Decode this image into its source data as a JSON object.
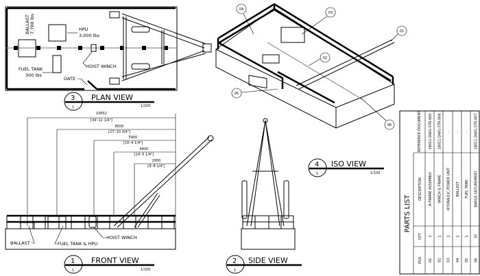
{
  "plan_view": {
    "number": "3",
    "sheet": "1",
    "title": "PLAN VIEW",
    "scale": "1/100",
    "labels": {
      "ballast": "BALLAST",
      "ballast_weight": "7,700 lbs",
      "hpu": "HPU",
      "hpu_weight": "3,000 lbs",
      "fuel_tank": "FUEL TANK",
      "fuel_weight": "300 lbs",
      "hoist_winch": "HOIST WINCH",
      "gate": "GATE"
    }
  },
  "front_view": {
    "number": "1",
    "sheet": "1",
    "title": "FRONT VIEW",
    "scale": "1/100",
    "labels": {
      "ballast": "BALLAST",
      "fuel_hpu": "FUEL TANK & HPU",
      "hoist_winch": "HOIST WINCH"
    },
    "dimensions": [
      {
        "mm": "10652",
        "imperial": "[34'-11 1/4\"]"
      },
      {
        "mm": "8500",
        "imperial": "[27'-10 3/4\"]"
      },
      {
        "mm": "5900",
        "imperial": "[19'-4 1/4\"]"
      },
      {
        "mm": "4400",
        "imperial": "[14'-5 1/4\"]"
      },
      {
        "mm": "2950",
        "imperial": "[9'-8 1/4\"]"
      }
    ]
  },
  "side_view": {
    "number": "2",
    "sheet": "1",
    "title": "SIDE VIEW"
  },
  "iso_view": {
    "number": "4",
    "sheet": "1",
    "title": "ISO VIEW",
    "scale": "1/100",
    "callouts": [
      "01",
      "02",
      "03",
      "04",
      "05",
      "06"
    ]
  },
  "parts_list": {
    "title": "PARTS LIST",
    "headers": {
      "pos": "POS",
      "qty": "QTY",
      "description": "DESCRIPTION",
      "reference": "REFERENCE DOCUMENT"
    },
    "rows": [
      {
        "pos": "01",
        "qty": "1",
        "description": "A-FRAME ASSEMBLY",
        "reference": "18011-DWG-STR-005"
      },
      {
        "pos": "02",
        "qty": "1",
        "description": "WINCH & FRAME",
        "reference": "18011-DWG-STR-006"
      },
      {
        "pos": "03",
        "qty": "1",
        "description": "HYDRAULIC POWER UNIT",
        "reference": "-"
      },
      {
        "pos": "04",
        "qty": "1",
        "description": "BALLAST",
        "reference": "-"
      },
      {
        "pos": "05",
        "qty": "1",
        "description": "FUEL TANK",
        "reference": "-"
      },
      {
        "pos": "06",
        "qty": "32",
        "description": "BARGE SECUREMENT",
        "reference": "18011-DWG-STR-007"
      }
    ]
  }
}
